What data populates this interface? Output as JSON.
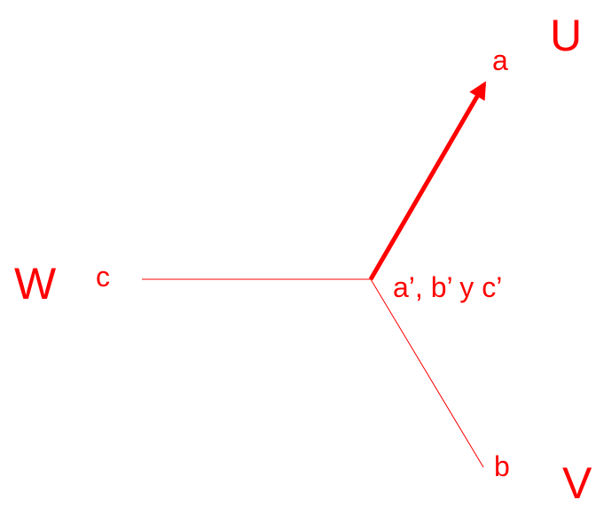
{
  "color": "#ff0000",
  "labels": {
    "U": "U",
    "V": "V",
    "W": "W",
    "a": "a",
    "b": "b",
    "c": "c",
    "center": "a’, b’ y c’"
  }
}
